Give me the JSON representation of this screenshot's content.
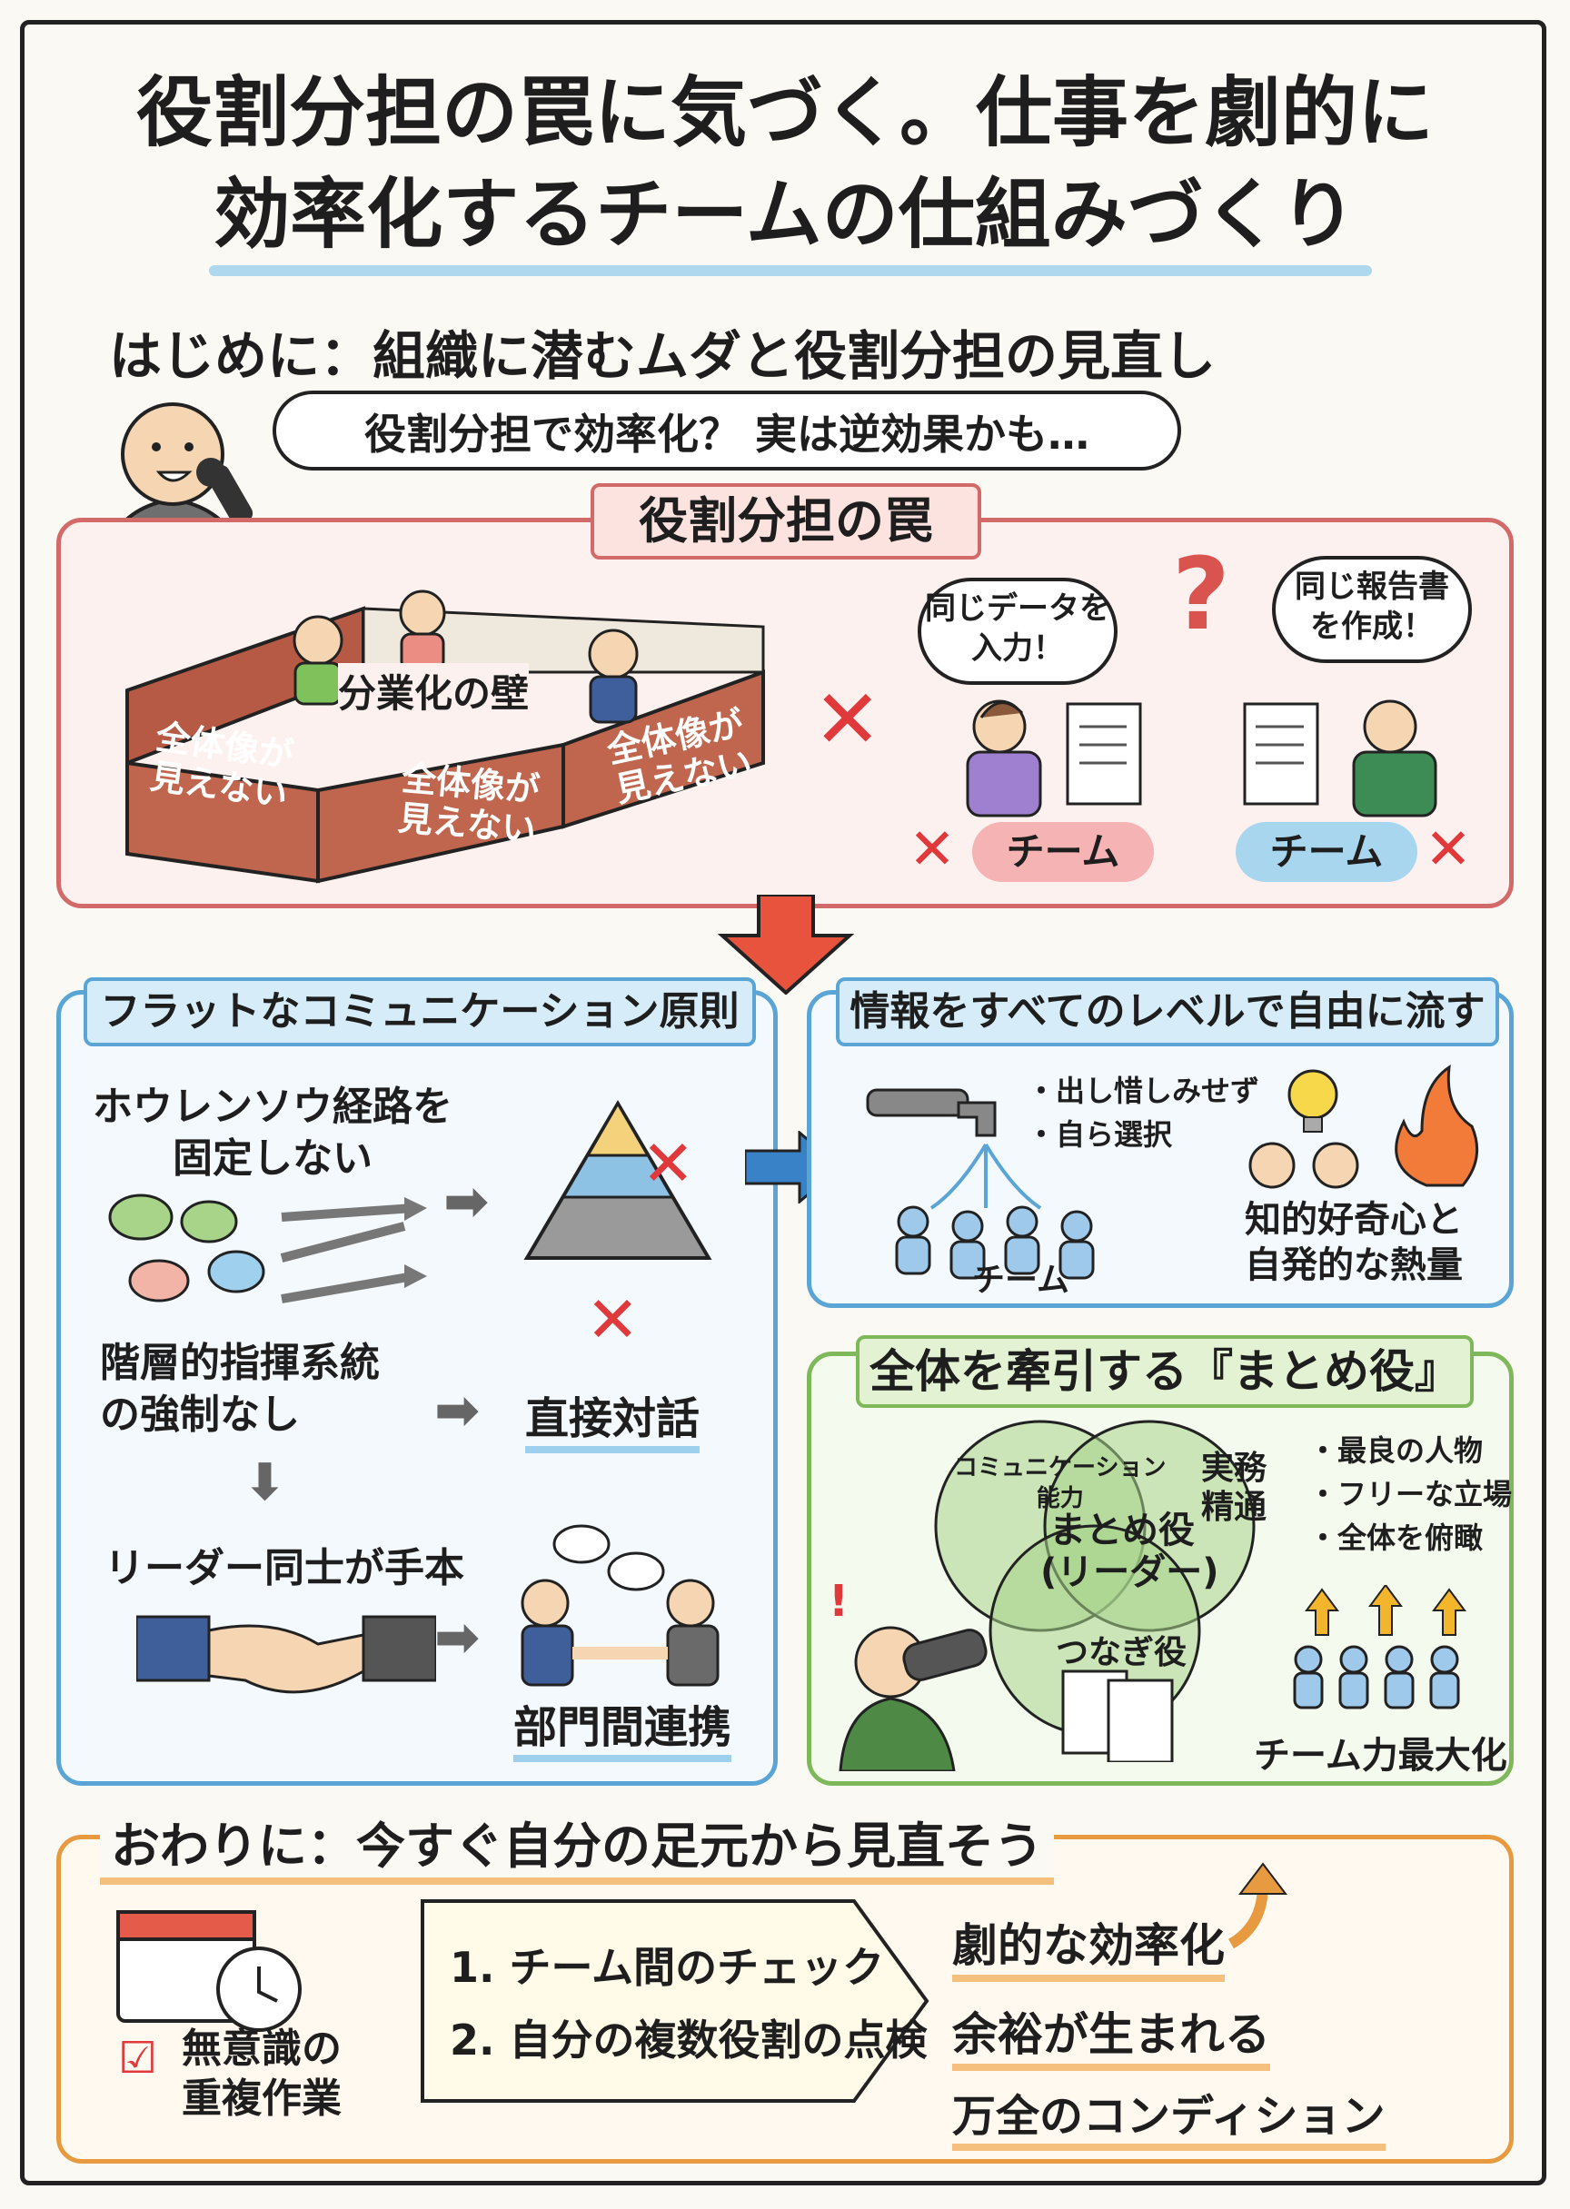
{
  "title": {
    "line1": "役割分担の罠に気づく。仕事を劇的に",
    "line2": "効率化するチームの仕組みづくり"
  },
  "intro": {
    "heading": "はじめに：組織に潜むムダと役割分担の見直し",
    "speech": "役割分担で効率化？ 実は逆効果かも…"
  },
  "trap": {
    "title": "役割分担の罠",
    "wall_label": "分業化の壁",
    "blind_labels": [
      "全体像が\n見えない",
      "全体像が\n見えない",
      "全体像が\n見えない"
    ],
    "left_speech": "同じデータを\n入力！",
    "right_speech": "同じ報告書\nを作成！",
    "question": "?",
    "team_left": "チーム",
    "team_right": "チーム",
    "x_symbol": "✕"
  },
  "flat": {
    "title": "フラットなコミュニケーション原則",
    "item1": "ホウレンソウ経路を\n固定しない",
    "item2": "階層的指揮系統\nの強制なし",
    "item2_result": "直接対話",
    "item3": "リーダー同士が手本",
    "item3_result": "部門間連携"
  },
  "info": {
    "title": "情報をすべてのレベルで自由に流す",
    "bullets": [
      "・出し惜しみせず",
      "・自ら選択"
    ],
    "team_label": "チーム",
    "curiosity": "知的好奇心と\n自発的な熱量"
  },
  "leader": {
    "title": "全体を牽引する『まとめ役』",
    "circle1": "コミュニケーション\n能力",
    "circle2": "実務\n精通",
    "circle3": "つなぎ役",
    "center": "まとめ役\n(リーダー)",
    "bullets": [
      "・最良の人物",
      "・フリーな立場",
      "・全体を俯瞰"
    ],
    "result": "チーム力最大化",
    "excl": "!"
  },
  "closing": {
    "heading": "おわりに：今すぐ自分の足元から見直そう",
    "check_label": "無意識の\n重複作業",
    "steps": [
      "1. チーム間のチェック",
      "2. 自分の複数役割の点検"
    ],
    "results": [
      "劇的な効率化",
      "余裕が生まれる",
      "万全のコンディション"
    ]
  },
  "colors": {
    "red": "#d36a6a",
    "blue": "#5aa5d6",
    "green": "#7fb85a",
    "orange": "#e79a3f",
    "xred": "#e0393b"
  }
}
